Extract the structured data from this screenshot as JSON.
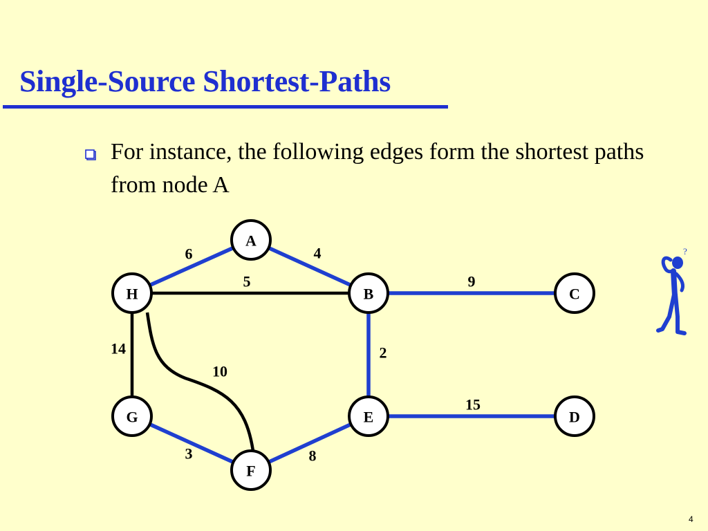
{
  "slide": {
    "title": "Single-Source Shortest-Paths",
    "bullet": "For instance, the following edges form the shortest paths from node A",
    "page_number": "4"
  },
  "graph": {
    "nodes": [
      {
        "id": "A",
        "label": "A"
      },
      {
        "id": "H",
        "label": "H"
      },
      {
        "id": "B",
        "label": "B"
      },
      {
        "id": "C",
        "label": "C"
      },
      {
        "id": "G",
        "label": "G"
      },
      {
        "id": "E",
        "label": "E"
      },
      {
        "id": "D",
        "label": "D"
      },
      {
        "id": "F",
        "label": "F"
      }
    ],
    "edges": [
      {
        "from": "A",
        "to": "H",
        "weight": "6",
        "in_shortest_path_tree": true
      },
      {
        "from": "A",
        "to": "B",
        "weight": "4",
        "in_shortest_path_tree": true
      },
      {
        "from": "H",
        "to": "B",
        "weight": "5",
        "in_shortest_path_tree": false
      },
      {
        "from": "B",
        "to": "C",
        "weight": "9",
        "in_shortest_path_tree": true
      },
      {
        "from": "H",
        "to": "G",
        "weight": "14",
        "in_shortest_path_tree": false
      },
      {
        "from": "H",
        "to": "F",
        "weight": "10",
        "in_shortest_path_tree": false
      },
      {
        "from": "B",
        "to": "E",
        "weight": "2",
        "in_shortest_path_tree": true
      },
      {
        "from": "E",
        "to": "D",
        "weight": "15",
        "in_shortest_path_tree": true
      },
      {
        "from": "G",
        "to": "F",
        "weight": "3",
        "in_shortest_path_tree": true
      },
      {
        "from": "E",
        "to": "F",
        "weight": "8",
        "in_shortest_path_tree": true
      }
    ]
  },
  "colors": {
    "background": "#ffffcc",
    "title": "#1f2fd0",
    "tree_edge": "#1f3fd0",
    "other_edge": "#000000",
    "node_fill": "#ffffff",
    "node_stroke": "#000000",
    "figure": "#1f3fd0"
  }
}
